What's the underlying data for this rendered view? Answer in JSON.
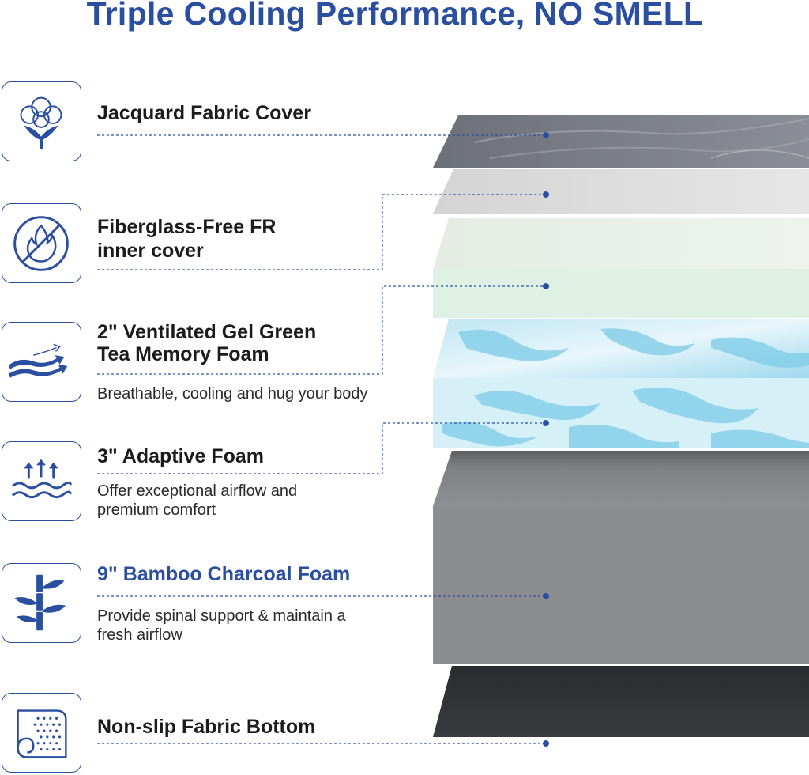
{
  "title": "Triple Cooling Performance, NO SMELL",
  "layers": [
    {
      "label": "Jacquard Fabric Cover",
      "icon": "cotton-icon"
    },
    {
      "label_line1": "Fiberglass-Free FR",
      "label_line2": "inner cover",
      "icon": "no-fire-icon"
    },
    {
      "label_line1": "2\" Ventilated Gel Green",
      "label_line2": "Tea Memory Foam",
      "desc": "Breathable, cooling and hug your body",
      "icon": "airflow-icon"
    },
    {
      "label": "3\" Adaptive Foam",
      "desc_line1": "Offer exceptional airflow and",
      "desc_line2": "premium comfort",
      "icon": "waves-arrows-icon"
    },
    {
      "label": "9\" Bamboo Charcoal Foam",
      "desc_line1": "Provide spinal support & maintain a",
      "desc_line2": "fresh airflow",
      "icon": "bamboo-icon"
    },
    {
      "label": "Non-slip Fabric Bottom",
      "icon": "dotted-fabric-icon"
    }
  ],
  "colors": {
    "accent": "#2b4fa0",
    "text": "#1b1b1b"
  }
}
